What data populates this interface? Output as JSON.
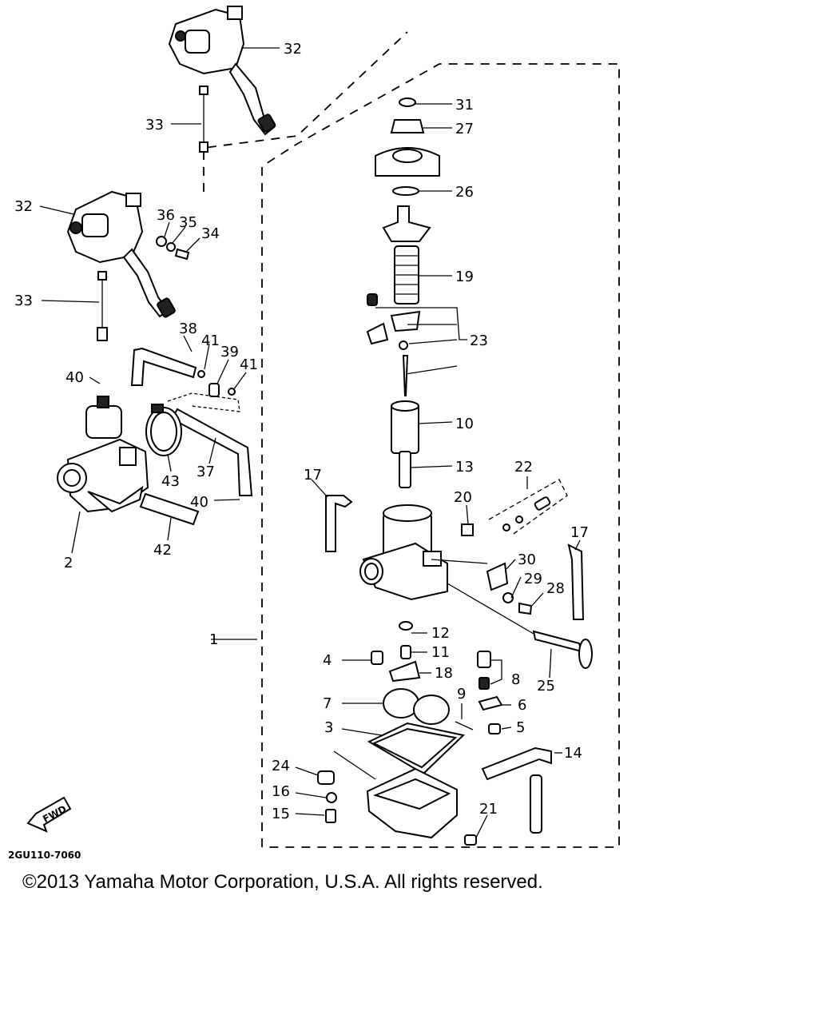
{
  "labels": {
    "p1": "1",
    "p2": "2",
    "p3": "3",
    "p4": "4",
    "p5": "5",
    "p6": "6",
    "p7": "7",
    "p8": "8",
    "p9": "9",
    "p10": "10",
    "p11": "11",
    "p12": "12",
    "p13": "13",
    "p14": "14",
    "p15": "15",
    "p16": "16",
    "p17a": "17",
    "p17b": "17",
    "p18": "18",
    "p19": "19",
    "p20": "20",
    "p21": "21",
    "p22": "22",
    "p23": "23",
    "p24": "24",
    "p25": "25",
    "p26": "26",
    "p27": "27",
    "p28": "28",
    "p29": "29",
    "p30": "30",
    "p31": "31",
    "p32a": "32",
    "p32b": "32",
    "p33a": "33",
    "p33b": "33",
    "p34": "34",
    "p35": "35",
    "p36": "36",
    "p37": "37",
    "p38": "38",
    "p39": "39",
    "p40a": "40",
    "p40b": "40",
    "p41a": "41",
    "p41b": "41",
    "p42": "42",
    "p43": "43"
  },
  "fwd_label": "FWD",
  "diagram_code": "2GU110-7060",
  "copyright": "©2013 Yamaha Motor Corporation, U.S.A. All rights reserved."
}
